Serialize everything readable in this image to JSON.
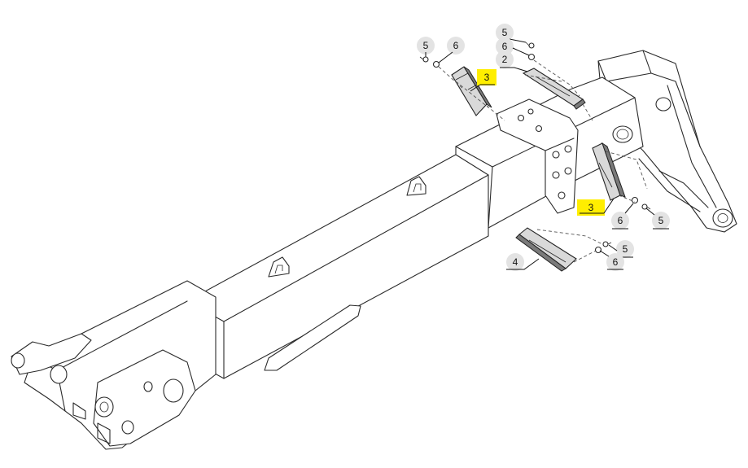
{
  "diagram": {
    "callouts": [
      {
        "id": "c1",
        "label": "5",
        "highlight": false
      },
      {
        "id": "c2",
        "label": "6",
        "highlight": false
      },
      {
        "id": "c3",
        "label": "3",
        "highlight": true
      },
      {
        "id": "c4",
        "label": "5",
        "highlight": false
      },
      {
        "id": "c5",
        "label": "6",
        "highlight": false
      },
      {
        "id": "c6",
        "label": "2",
        "highlight": false
      },
      {
        "id": "c7",
        "label": "3",
        "highlight": true
      },
      {
        "id": "c8",
        "label": "6",
        "highlight": false
      },
      {
        "id": "c9",
        "label": "5",
        "highlight": false
      },
      {
        "id": "c10",
        "label": "5",
        "highlight": false
      },
      {
        "id": "c11",
        "label": "4",
        "highlight": false
      },
      {
        "id": "c12",
        "label": "6",
        "highlight": false
      }
    ],
    "colors": {
      "highlight": "#ffee00",
      "callout_circle": "#e3e3e3",
      "line": "#2a2a2a"
    }
  }
}
